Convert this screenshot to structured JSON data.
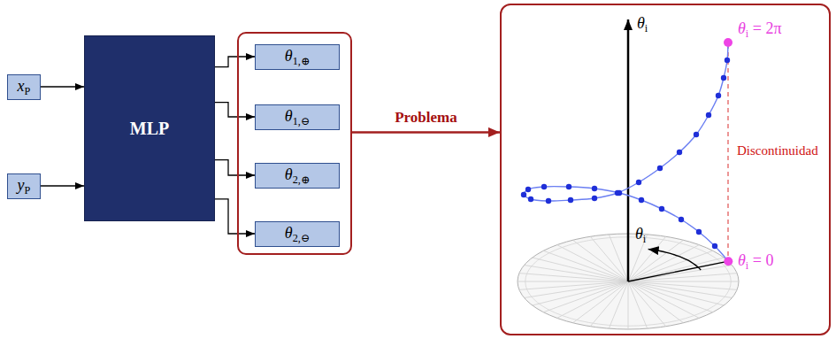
{
  "diagram": {
    "nodes": [
      {
        "text": [
          "xP"
        ]
      },
      {
        "text": [
          "yP"
        ]
      },
      {
        "text": [
          "MLP"
        ]
      },
      {
        "text": []
      },
      {
        "text": [
          "θ1,⊕"
        ],
        "in": 3
      },
      {
        "text": [
          "θ1,⊖"
        ],
        "in": 3
      },
      {
        "text": [
          "θ2,⊕"
        ],
        "in": 3
      },
      {
        "text": [
          "θ2,⊖"
        ],
        "in": 3
      },
      {
        "text": [
          "θi",
          "θi = 2π",
          "Discontinuidad",
          "θi = 0",
          "θi"
        ]
      }
    ],
    "edges": [
      {
        "from": 0,
        "to": 2,
        "arrow": "to"
      },
      {
        "from": 1,
        "to": 2,
        "arrow": "to"
      },
      {
        "from": 2,
        "to": 4,
        "arrow": "to"
      },
      {
        "from": 2,
        "to": 5,
        "arrow": "to"
      },
      {
        "from": 2,
        "to": 6,
        "arrow": "to"
      },
      {
        "from": 2,
        "to": 7,
        "arrow": "to"
      },
      {
        "from": 3,
        "to": 8,
        "arrow": "to",
        "label": "Problema"
      }
    ]
  }
}
